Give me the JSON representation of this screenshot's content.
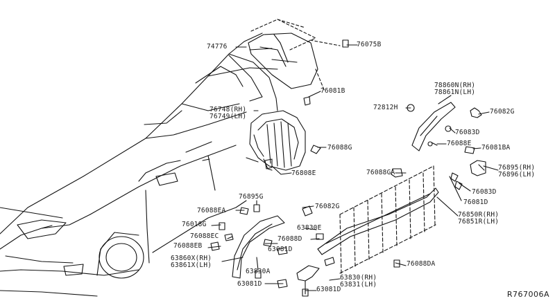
{
  "diagram": {
    "reference_code": "R767006A",
    "parts": {
      "p74776": "74776",
      "p76075B": "76075B",
      "p76081B": "76081B",
      "p76748_49": "76748(RH)\n76749(LH)",
      "p76088G": "76088G",
      "p76808E": "76808E",
      "p78860_61": "78860N(RH)\n78861N(LH)",
      "p72812H": "72812H",
      "p76082G_top": "76082G",
      "p76083D_top": "76083D",
      "p76088E_top": "76088E",
      "p76081BA": "76081BA",
      "p76895_96": "76895(RH)\n76896(LH)",
      "p76088GA": "76088GA",
      "p76083D_right": "76083D",
      "p76081D_right": "76081D",
      "p76850_51": "76850R(RH)\n76851R(LH)",
      "p76895G": "76895G",
      "p76088EA": "76088EA",
      "p76082G_mid": "76082G",
      "p76018G": "76018G",
      "p63830E": "63830E",
      "p76088EC": "76088EC",
      "p76088D": "76088D",
      "p76088EB": "76088EB",
      "p63081D_a": "63081D",
      "p63860_61": "63860X(RH)\n63861X(LH)",
      "p63830A": "63830A",
      "p63830_31": "63830(RH)\n63831(LH)",
      "p76088DA": "76088DA",
      "p63081D_b": "63081D",
      "p63081D_c": "63081D"
    }
  }
}
